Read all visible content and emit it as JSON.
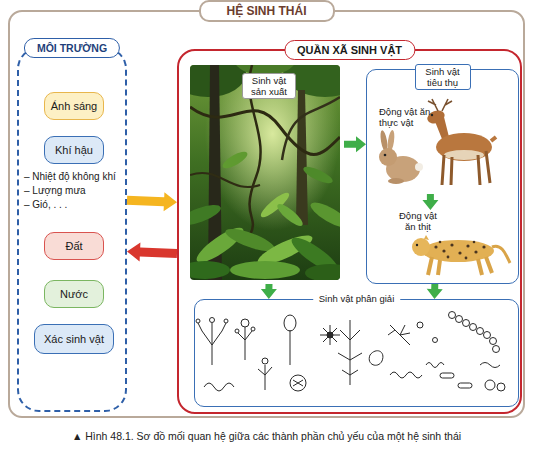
{
  "diagram": {
    "caption": "▲ Hình 48.1. Sơ đồ mối quan hệ giữa các thành phần chủ yếu của một hệ sinh thái",
    "nodes": [
      {
        "text": [
          "HỆ SINH THÁI"
        ]
      },
      {
        "text": [
          "MÔI TRƯỜNG"
        ],
        "in": 0
      },
      {
        "text": [
          "Ánh sáng"
        ],
        "in": 1
      },
      {
        "text": [
          "Khí hậu"
        ],
        "in": 1
      },
      {
        "text": [
          "Đất"
        ],
        "in": 1
      },
      {
        "text": [
          "Nước"
        ],
        "in": 1
      },
      {
        "text": [
          "Xác sinh vật"
        ],
        "in": 1
      },
      {
        "text": [
          "QUẦN XÃ SINH VẬT"
        ],
        "in": 0
      },
      {
        "text": [
          "Sinh vật sản xuất"
        ],
        "in": 7
      },
      {
        "text": [
          "Sinh vật tiêu thụ"
        ],
        "in": 7
      },
      {
        "text": [
          "Động vật ăn thực vật"
        ],
        "in": 9
      },
      {
        "text": [
          "Động vật ăn thịt"
        ],
        "in": 9
      },
      {
        "text": [
          "Sinh vật phân giải"
        ],
        "in": 7
      }
    ],
    "edges": [
      {
        "from": 1,
        "to": 7,
        "arrow": "to"
      },
      {
        "from": 7,
        "to": 1,
        "arrow": "to"
      },
      {
        "from": 8,
        "to": 9,
        "arrow": "to"
      },
      {
        "from": 10,
        "to": 11,
        "arrow": "to"
      },
      {
        "from": 8,
        "to": 12,
        "arrow": "to"
      },
      {
        "from": 9,
        "to": 12,
        "arrow": "to"
      }
    ],
    "labels": [
      "– Nhiệt độ không khí",
      "– Lượng mưa",
      "– Gió, . . ."
    ]
  }
}
